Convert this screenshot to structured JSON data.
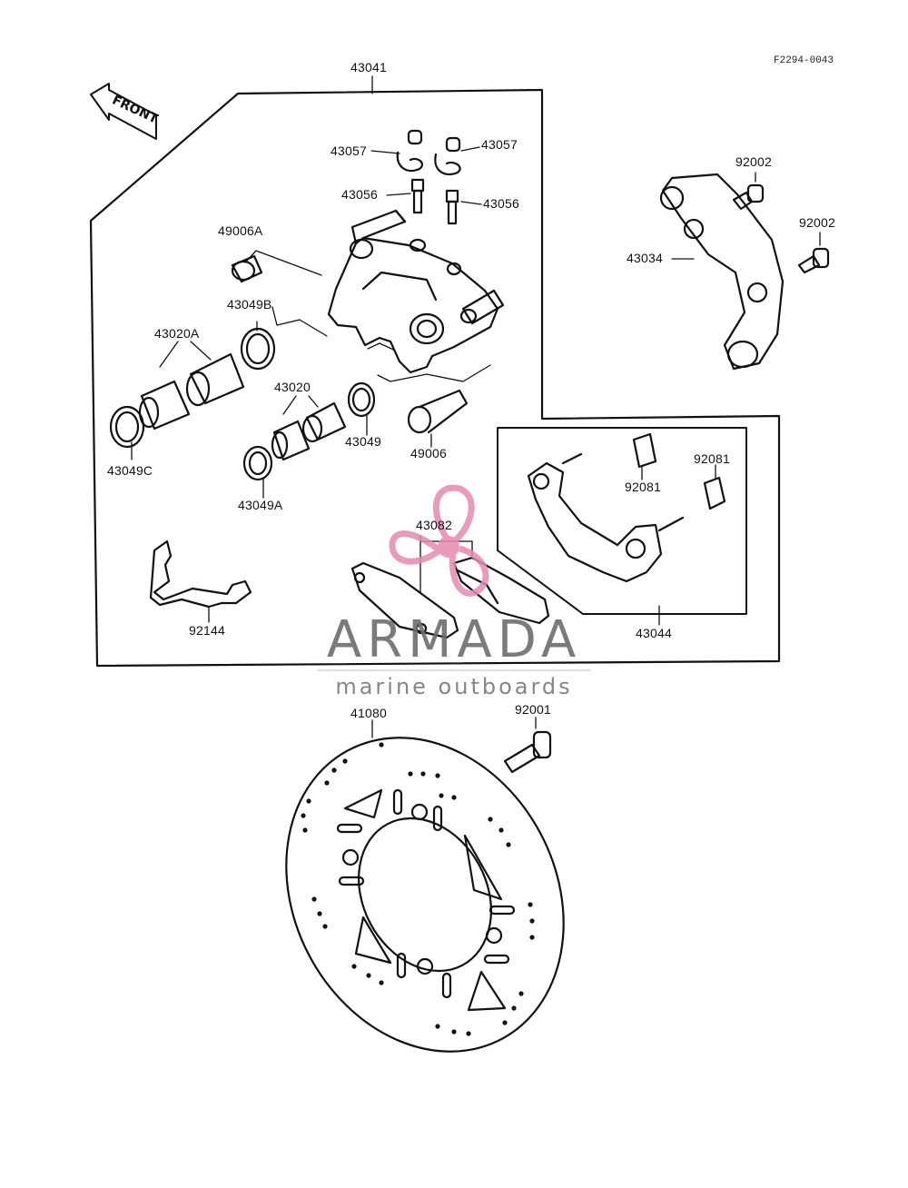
{
  "diagram_code": "F2294-0043",
  "front_label": "FRONT",
  "watermark": {
    "title": "ARMADA",
    "subtitle": "marine outboards",
    "accent_color": "#e48ab0"
  },
  "parts": {
    "p43041": "43041",
    "p43057_left": "43057",
    "p43057_right": "43057",
    "p43056_left": "43056",
    "p43056_right": "43056",
    "p49006A": "49006A",
    "p43049B": "43049B",
    "p43020A": "43020A",
    "p43020": "43020",
    "p43049": "43049",
    "p49006": "49006",
    "p43049C": "43049C",
    "p43049A": "43049A",
    "p43082": "43082",
    "p92144": "92144",
    "p92002_top": "92002",
    "p92002_right": "92002",
    "p43034": "43034",
    "p92081_left": "92081",
    "p92081_right": "92081",
    "p43044": "43044",
    "p41080": "41080",
    "p92001": "92001"
  }
}
